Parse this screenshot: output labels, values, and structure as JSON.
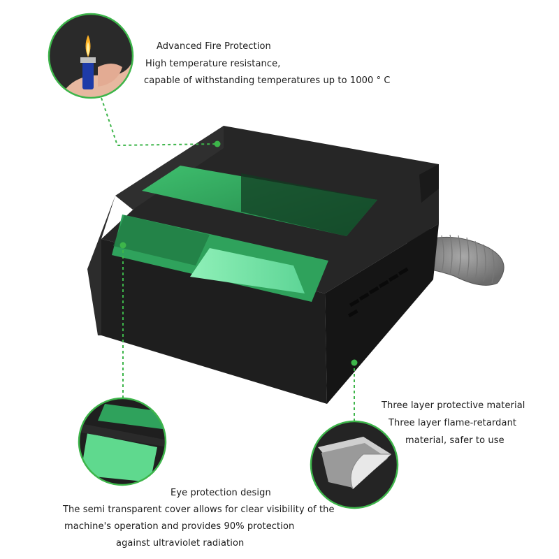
{
  "callouts": {
    "fire": {
      "title": "Advanced Fire Protection",
      "line1": "High temperature resistance,",
      "line2": "capable of withstanding temperatures up to 1000 ° C"
    },
    "layers": {
      "title": "Three layer protective material",
      "line1": "Three layer flame-retardant",
      "line2": "material, safer to use"
    },
    "eye": {
      "title": "Eye protection design",
      "line1": "The semi transparent cover allows for clear visibility of the",
      "line2": "machine's operation and provides 90% protection",
      "line3": "against ultraviolet radiation"
    }
  },
  "colors": {
    "accent_green": "#3db54a",
    "enclosure": "#1f1f1f",
    "window_green": "#5fd98e"
  },
  "icons": [
    "lighter-flame-icon",
    "material-layer-icon",
    "window-detail-icon"
  ]
}
